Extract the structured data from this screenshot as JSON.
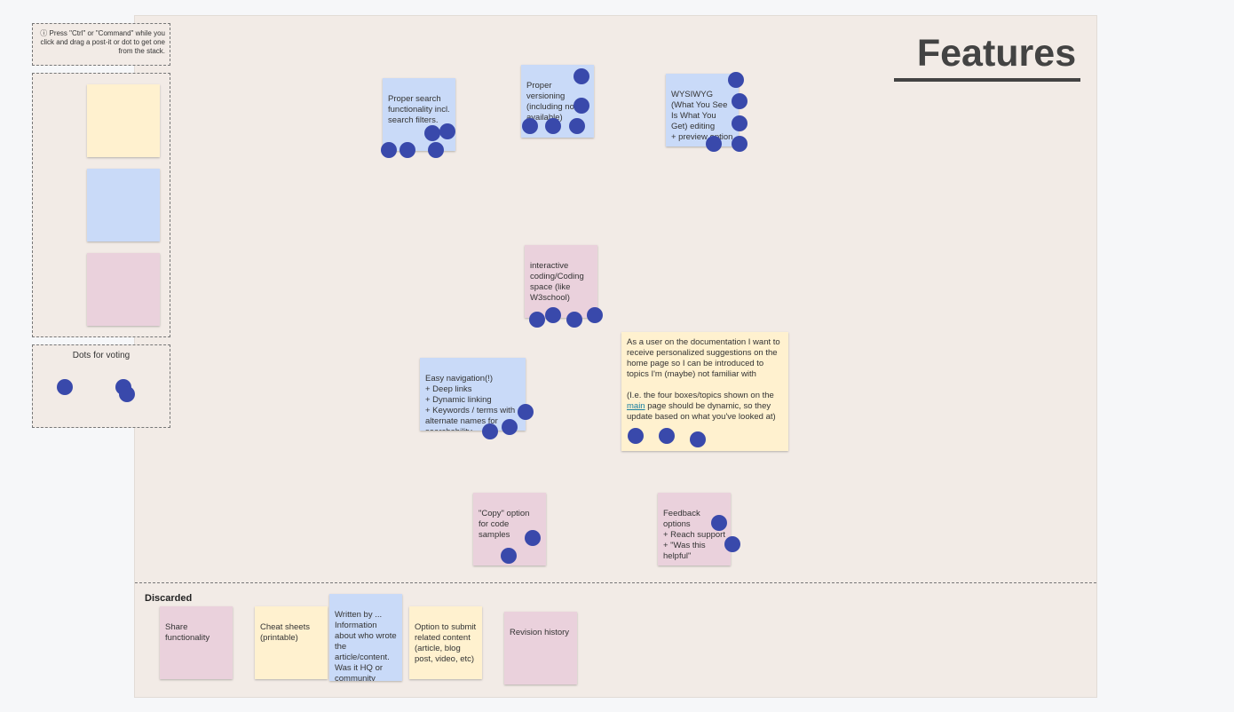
{
  "board": {
    "title": "Features",
    "hint": "ⓘ Press \"Ctrl\" or \"Command\" while you click and drag a post-it or dot to get one from the stack.",
    "dots_label": "Dots for voting",
    "discarded_label": "Discarded"
  },
  "notes": {
    "search": "Proper search functionality incl. search filters.",
    "versioning": "Proper versioning (including not available)",
    "wysiwyg": "WYSIWYG\n(What You See Is What You Get) editing\n+ preview option",
    "interactive": "interactive coding/Coding space (like W3school)",
    "navigation": "Easy navigation(!)\n+ Deep links\n+ Dynamic linking\n+ Keywords / terms with alternate names for searchability",
    "personalized_p1": "As a user on the documentation I want to receive personalized suggestions on the home page so I can be introduced to topics I'm (maybe) not familiar with",
    "personalized_p2_a": "(I.e. the four boxes/topics shown on the ",
    "personalized_link": "main",
    "personalized_p2_b": " page should be dynamic, so they update based on what you've looked at)",
    "copy": "\"Copy\" option for code samples",
    "feedback": "Feedback options\n+ Reach support\n+ \"Was this helpful\""
  },
  "discarded": {
    "share": "Share functionality",
    "cheat": "Cheat sheets (printable)",
    "written": "Written by ... Information about who wrote the article/content. Was it HQ or community",
    "option": "Option to submit related content (article, blog post, video, etc)",
    "revision": "Revision history"
  },
  "colors": {
    "yellow": "#fff1cf",
    "blue": "#c9daf8",
    "pink": "#ead1dc",
    "dot": "#3949ab"
  }
}
